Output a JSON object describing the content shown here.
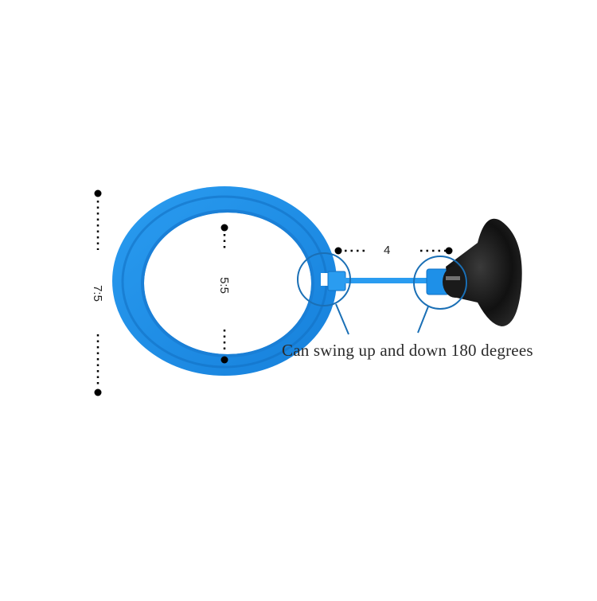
{
  "product": {
    "name": "fish-feeding-ring-with-suction-cup",
    "ring_color": "#1e90e8",
    "ring_shadow_color": "#1372c4",
    "suction_cup_color": "#1a1a1a"
  },
  "dimensions": {
    "outer_diameter": "7.5",
    "outer_diameter_display": "7:5",
    "inner_diameter": "5.5",
    "inner_diameter_display": "5:5",
    "arm_length": "4"
  },
  "annotations": {
    "caption": "Can swing up and down 180 degrees",
    "callout_color": "#1a6fb5"
  }
}
